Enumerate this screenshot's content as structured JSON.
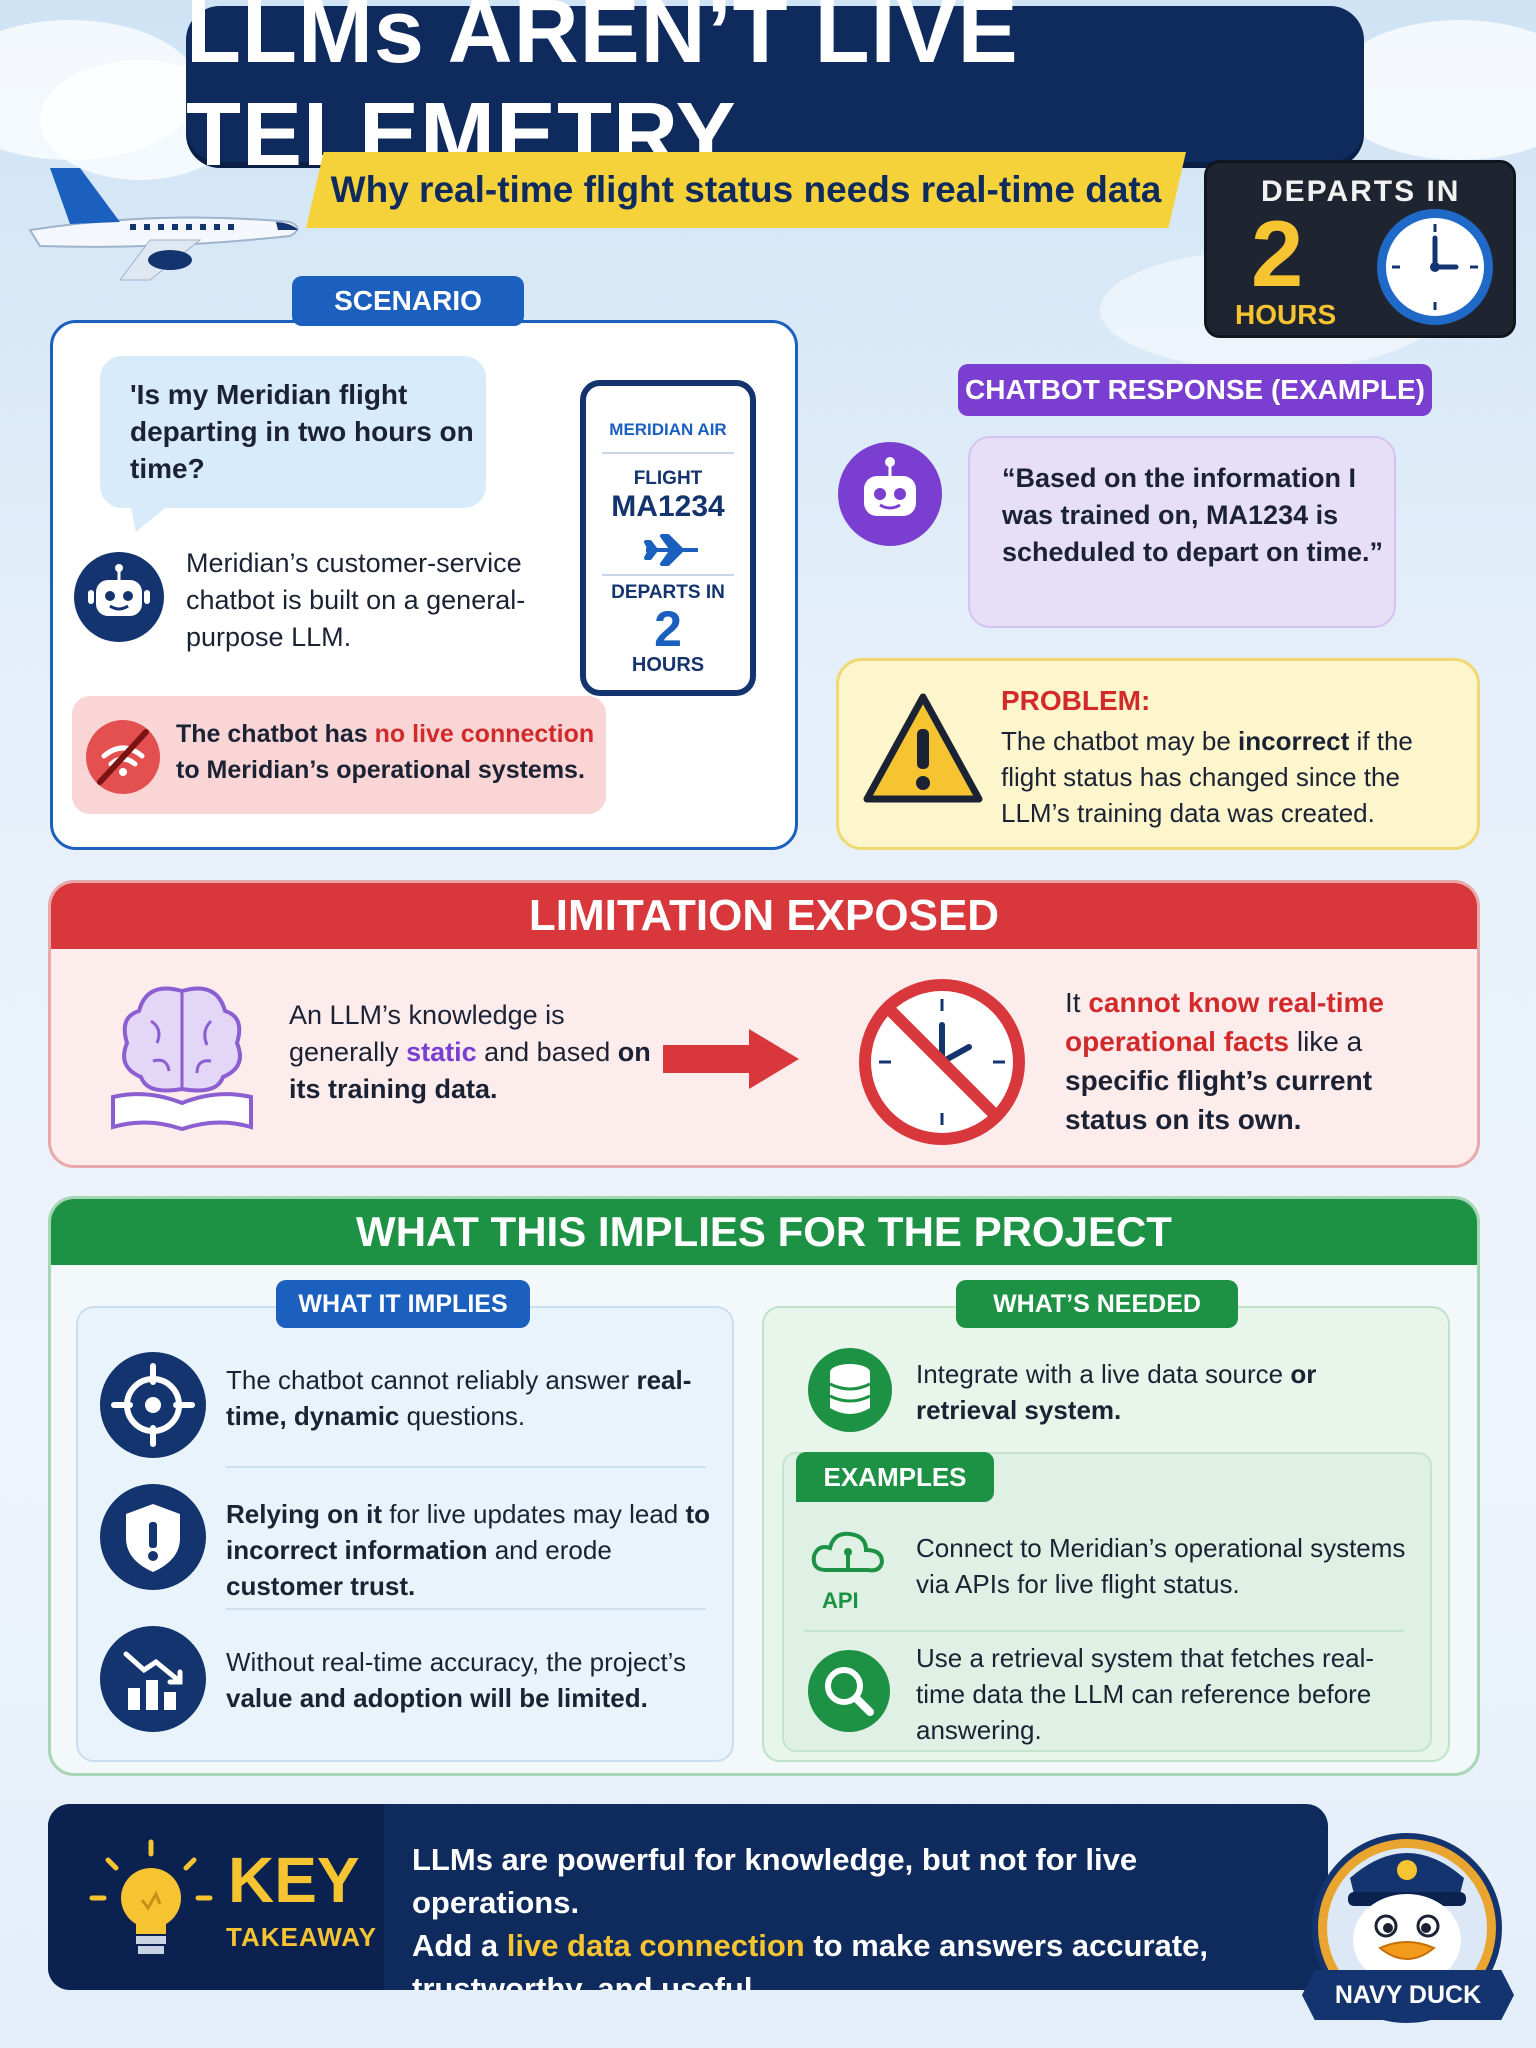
{
  "title": "LLMs AREN’T LIVE TELEMETRY",
  "subtitle": "Why real-time flight status needs real-time data",
  "departs_panel": {
    "label": "DEPARTS IN",
    "number": "2",
    "unit": "HOURS"
  },
  "scenario": {
    "pill": "SCENARIO",
    "question": "'Is my Meridian flight departing in two hours on time?",
    "bot_description": "Meridian’s customer-service chatbot is built on a general-purpose LLM.",
    "warning_pre": "The chatbot has ",
    "warning_red": "no live connection",
    "warning_post": " to Meridian’s operational systems.",
    "ticket": {
      "airline": "MERIDIAN AIR",
      "flight_label": "FLIGHT",
      "flight_code": "MA1234",
      "departs_label": "DEPARTS IN",
      "departs_number": "2",
      "departs_unit": "HOURS"
    }
  },
  "chatbot_response": {
    "pill": "CHATBOT RESPONSE (EXAMPLE)",
    "quote": "“Based on the information I was trained on, MA1234 is scheduled to depart on time.”"
  },
  "problem": {
    "heading": "PROBLEM:",
    "text_pre": "The chatbot may be ",
    "text_bold": "incorrect",
    "text_post": " if the flight status has changed since the LLM’s training data was created."
  },
  "limitation": {
    "heading": "LIMITATION EXPOSED",
    "left_pre": "An LLM’s knowledge is generally ",
    "left_static": "static",
    "left_mid": " and based ",
    "left_bold": "on its training data.",
    "right_pre": "It ",
    "right_red": "cannot know real-time operational facts",
    "right_mid": " like a ",
    "right_bold": "specific flight’s current status on its own."
  },
  "implies": {
    "heading": "WHAT THIS IMPLIES FOR THE PROJECT",
    "implies_pill": "WHAT IT IMPLIES",
    "item1_pre": "The chatbot cannot reliably answer ",
    "item1_bold": "real-time, dynamic",
    "item1_post": " questions.",
    "item2_bold1": "Relying on it",
    "item2_mid1": " for live updates may lead ",
    "item2_bold2": "to incorrect information",
    "item2_mid2": " and erode ",
    "item2_bold3": "customer trust.",
    "item3_pre": "Without real-time accuracy, the project’s ",
    "item3_bold": "value and adoption will be limited.",
    "needed_pill": "WHAT’S NEEDED",
    "needed_pre": "Integrate with a live data source ",
    "needed_bold": "or retrieval system.",
    "examples_pill": "EXAMPLES",
    "api_label": "API",
    "example1": "Connect to Meridian’s operational systems via APIs for live flight status.",
    "example2": "Use a retrieval system that fetches real-time data the LLM can reference before answering."
  },
  "takeaway": {
    "key": "KEY",
    "sub": "TAKEAWAY",
    "line1": "LLMs are powerful for knowledge, but not for live operations.",
    "line2_pre": "Add a ",
    "line2_yellow": "live data connection",
    "line2_post": " to make answers accurate, trustworthy, and useful."
  },
  "badge": {
    "label": "NAVY DUCK"
  },
  "colors": {
    "navy": "#0f2b5e",
    "blue": "#1b5fbf",
    "purple": "#7a3fd1",
    "red": "#d8383b",
    "green": "#1d9144",
    "yellow": "#f6d23a"
  }
}
